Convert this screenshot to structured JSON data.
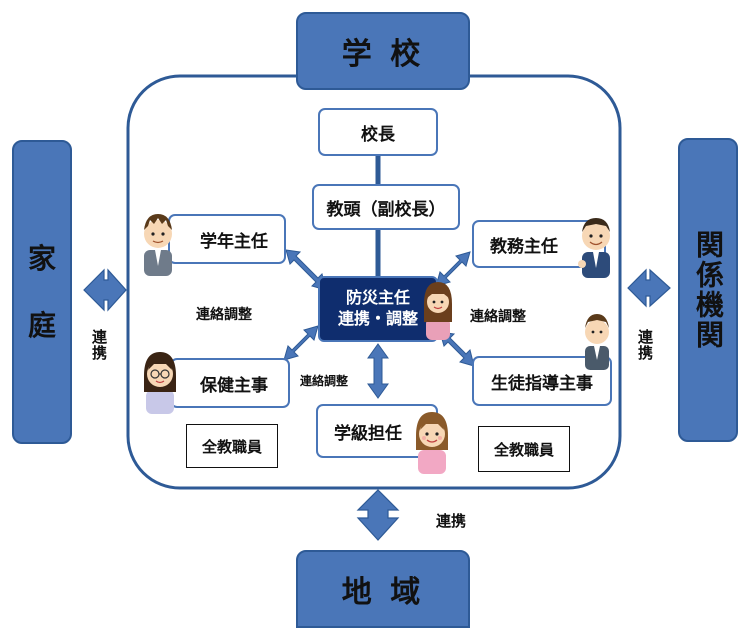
{
  "colors": {
    "box_fill": "#4a76b8",
    "box_border": "#2e5a96",
    "center_fill": "#0f2d6e",
    "arrow_fill": "#4a76b8"
  },
  "top": {
    "label": "学 校"
  },
  "bottom": {
    "label": "地 域"
  },
  "left": {
    "label": "家\n\n庭"
  },
  "right": {
    "label": "関係機関"
  },
  "school": {
    "principal": "校長",
    "vice_principal": "教頭（副校長）",
    "grade_head": "学年主任",
    "academic_head": "教務主任",
    "disaster_head_line1": "防災主任",
    "disaster_head_line2": "連携・調整",
    "health_head": "保健主事",
    "guidance_head": "生徒指導主事",
    "homeroom": "学級担任",
    "all_staff_left": "全教職員",
    "all_staff_right": "全教職員",
    "coord_left": "連絡調整",
    "coord_right": "連絡調整",
    "coord_bottom": "連絡調整"
  },
  "links": {
    "left": "連\n携",
    "right": "連\n携",
    "bottom": "連携"
  },
  "icons": {
    "grade_head_person": "man-icon",
    "academic_head_person": "man-icon",
    "guidance_head_person": "man-icon",
    "disaster_head_person": "woman-icon",
    "health_head_person": "woman-glasses-icon",
    "homeroom_person": "woman-icon"
  }
}
